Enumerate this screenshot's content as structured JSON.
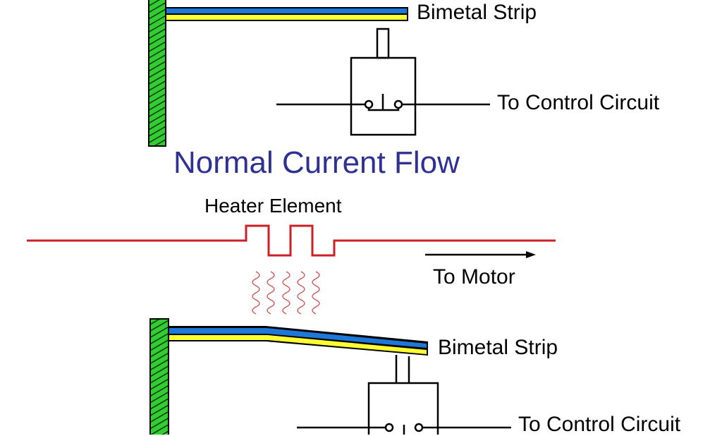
{
  "diagram": {
    "title": "Normal Current Flow",
    "top_panel": {
      "bimetal_label": "Bimetal Strip",
      "control_label": "To Control Circuit",
      "state": "switch closed"
    },
    "heater": {
      "label": "Heater Element",
      "motor_label": "To Motor"
    },
    "bottom_panel": {
      "bimetal_label": "Bimetal Strip",
      "control_label": "To Control Circuit",
      "state": "strip bent by heat"
    },
    "colors": {
      "title": "#2e3192",
      "wall_fill": "#33cc33",
      "strip_top": "#1e78d8",
      "strip_bottom": "#ffff33",
      "heater_wire": "#cc1f26",
      "heat_waves": "#c8504f",
      "line": "#000000"
    }
  }
}
